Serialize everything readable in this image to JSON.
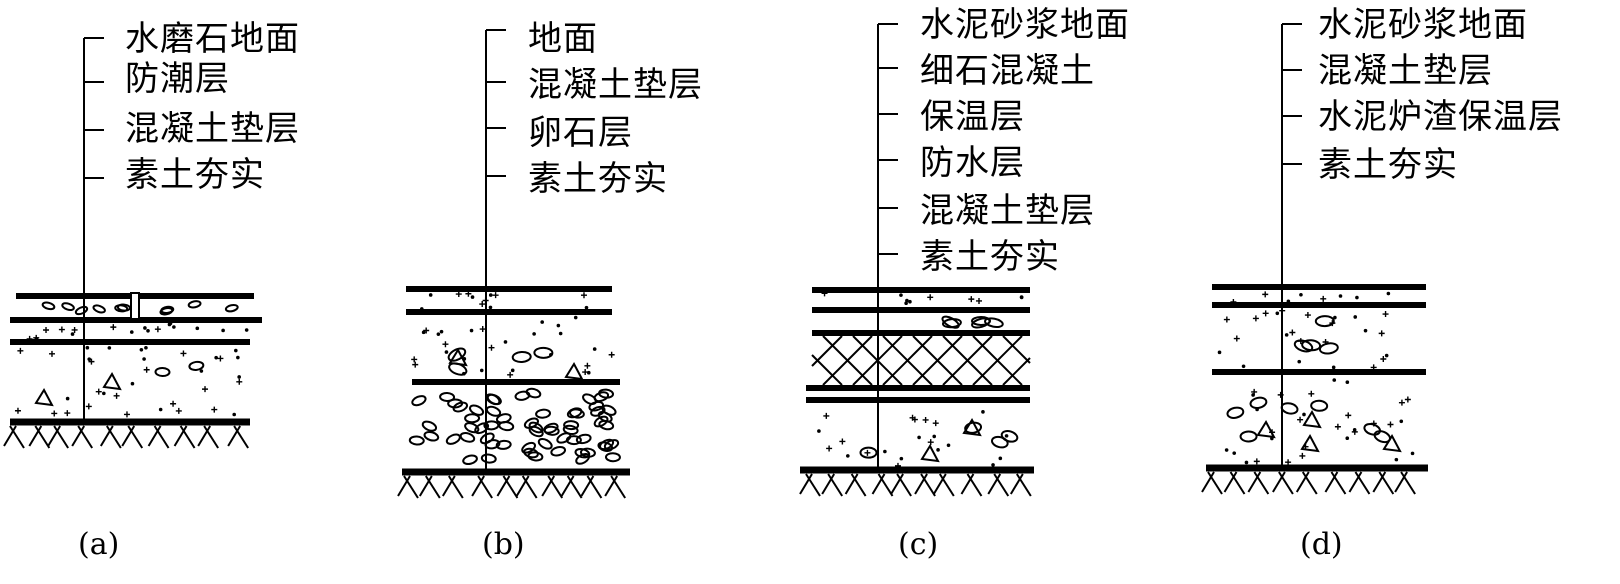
{
  "panels": [
    {
      "id": "a",
      "caption": "(a)",
      "labels": [
        "水磨石地面",
        "防潮层",
        "混凝土垫层",
        "素土夯实"
      ]
    },
    {
      "id": "b",
      "caption": "(b)",
      "labels": [
        "地面",
        "混凝土垫层",
        "卵石层",
        "素土夯实"
      ]
    },
    {
      "id": "c",
      "caption": "(c)",
      "labels": [
        "水泥砂浆地面",
        "细石混凝土",
        "保温层",
        "防水层",
        "混凝土垫层",
        "素土夯实"
      ]
    },
    {
      "id": "d",
      "caption": "(d)",
      "labels": [
        "水泥砂浆地面",
        "混凝土垫层",
        "水泥炉渣保温层",
        "素土夯实"
      ]
    }
  ],
  "colors": {
    "line": "#000000",
    "background": "#ffffff"
  }
}
